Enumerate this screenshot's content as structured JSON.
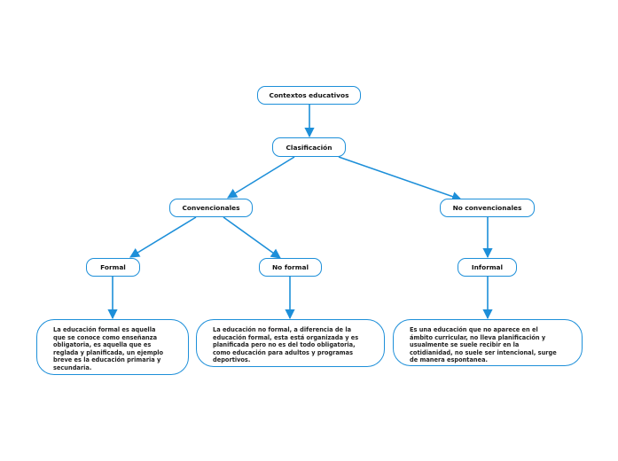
{
  "colors": {
    "accent": "#1d8fd9"
  },
  "nodes": {
    "root": "Contextos educativos",
    "clasificacion": "Clasificación",
    "convencionales": "Convencionales",
    "no_convencionales": "No convencionales",
    "formal": "Formal",
    "no_formal": "No formal",
    "informal": "Informal"
  },
  "descriptions": {
    "formal": "La educación formal es aquella\nque se conoce como enseñanza\nobligatoria, es aquella que es\nreglada y planificada, un ejemplo\nbreve es la educación primaria y\nsecundaria.",
    "no_formal": "La educación no formal, a diferencia de la\neducación formal, esta está organizada y es\nplanificada pero no es del todo obligatoria,\ncomo educación para adultos y programas\ndeportivos.",
    "informal": "Es una educación que no aparece en el\námbito curricular, no lleva planificación y\nusualmente se suele recibir en la\ncotidianidad, no suele ser intencional, surge\nde manera espontanea."
  }
}
